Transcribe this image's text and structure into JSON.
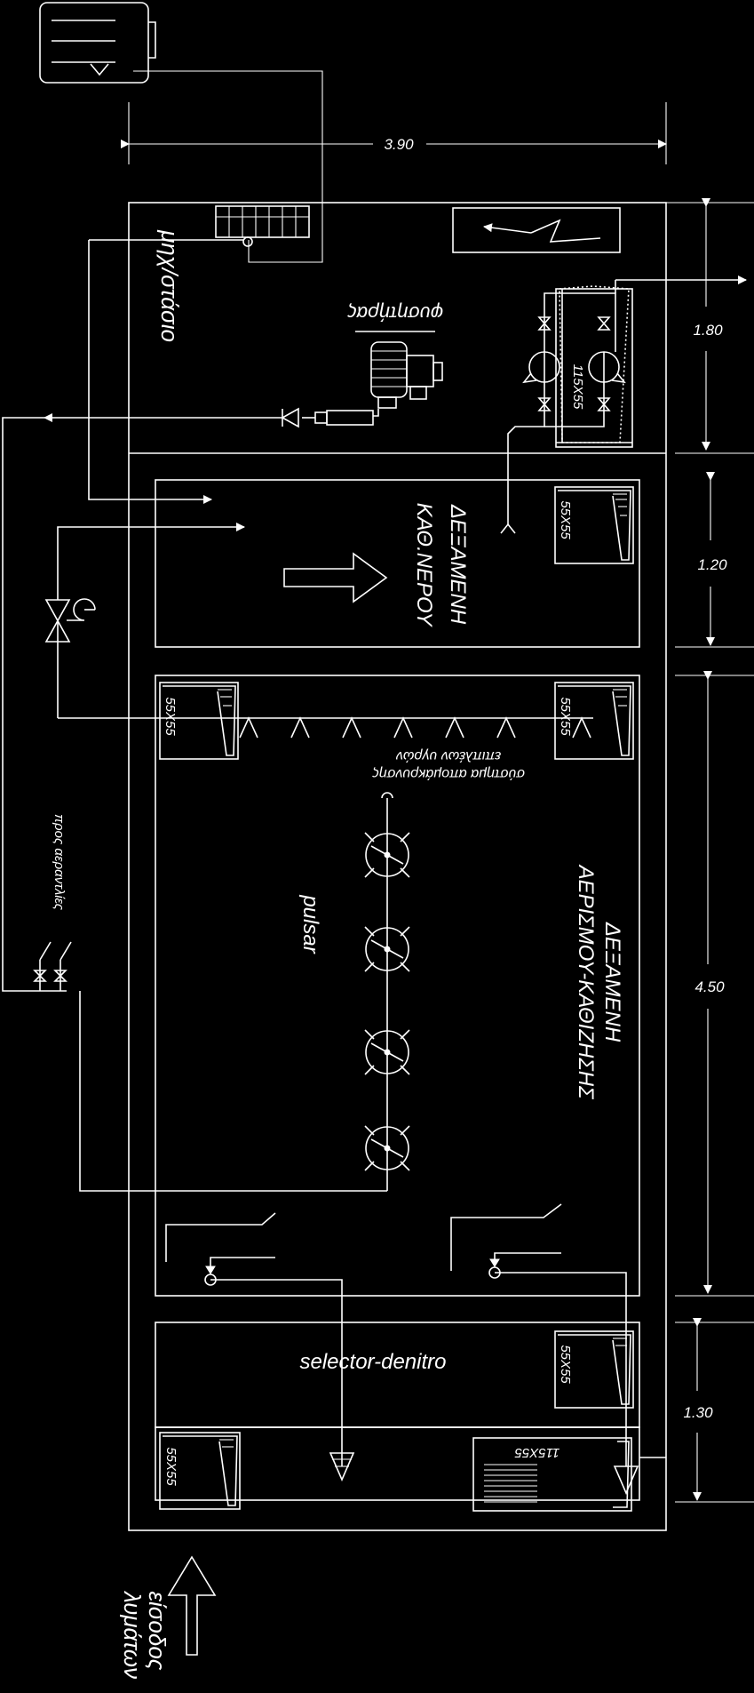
{
  "dimensions": {
    "width": "3.90",
    "h1": "1.80",
    "h2": "1.20",
    "h3": "4.50",
    "h4": "1.30"
  },
  "rooms": {
    "machine_room": "μηχ/στάσιο",
    "blower": "φυσητήρας",
    "clean_water_tank": [
      "ΔΕΞΑΜΕΝΗ",
      "ΚΑΘ.ΝΕΡΟΥ"
    ],
    "aeration_tank": [
      "ΔΕΞΑΜΕΝΗ",
      "ΑΕΡΙΣΜΟΥ-ΚΑΘΙΖΗΣΗΣ"
    ],
    "pulsar": "pulsar",
    "spray_system": [
      "σύστημα απομάκρυνσης",
      "επιπλέων υγρών"
    ],
    "selector": "selector-denitro",
    "to_air_pumps": "προς αεραντλίες",
    "inlet": [
      "είσοδος",
      "λυμάτων"
    ]
  },
  "manholes": {
    "pump_pit": "115X55",
    "clean_tank": "55X55",
    "aeration_left": "55X55",
    "aeration_right": "55X55",
    "selector": "55X55",
    "bottom_left": "55X55",
    "bottom_grate": "115X55"
  }
}
